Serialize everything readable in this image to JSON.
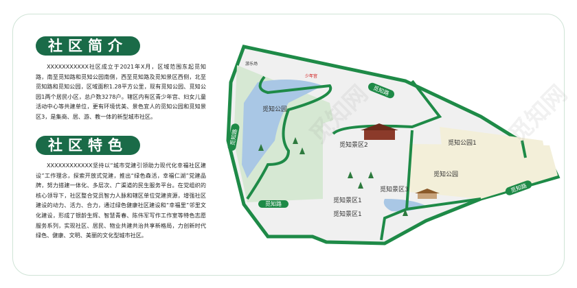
{
  "intro": {
    "title": "社区简介",
    "text": "XXXXXXXXXXX社区成立于2021年X月，区域范围东起觅知路，南至觅知路和觅知公园南侧，西至觅知路及觅知景区西侧，北至觅知路和觅知公园，区域面积1.28平方公里，现有觅知公园、觅知公园1两个居民小区，总户数3278户。辖区内有区青少年宫、妇女儿童活动中心等共建单位，更有环境优美、景色宜人的觅知公园和觅知景区3，是集商、居、游、教一体的新型城市社区。"
  },
  "features": {
    "title": "社区特色",
    "text": "XXXXXXXXXXXX坚持以“城市党建引领助力现代化幸福社区建设”工作理念，探索开放式党建，推出“绿色森活，幸福仁湖”党建品牌，努力搭建一体化、多层次、广渠道的民生服务平台。在党组织的核心领导下，社区整合党员智力人脉和辖区单位党建资源，增强社区建设的动力、活力、合力，通过绿色健康社区建设和“幸福里”邻里文化建设，形成了银龄生辉、智慧青春、陈伟军写作工作室等特色志愿服务系列，实现社区、居民、物业共建共治共享新格局，力创新时代绿色、健康、文明、美丽的文化型城市社区。"
  },
  "map": {
    "roads": {
      "top": "觅知路",
      "left": "觅知路",
      "bottom": "觅知路",
      "right": "觅知路"
    },
    "places": {
      "park": "觅知公园",
      "playground": "游乐场",
      "youth_palace": "少年宫",
      "scenic2": "觅知景区2",
      "scenic3": "觅知景区3",
      "scenic1a": "觅知景区1",
      "scenic1b": "觅知景区1",
      "park1": "觅知公园1",
      "park_east": "觅知公园"
    }
  },
  "watermark": "觅知网",
  "colors": {
    "brand_green": "#1a6b48",
    "road_green": "#1e8a47",
    "park_green": "#d6e8d3",
    "lake": "#a9c7e5",
    "beige": "#f3efd9"
  }
}
